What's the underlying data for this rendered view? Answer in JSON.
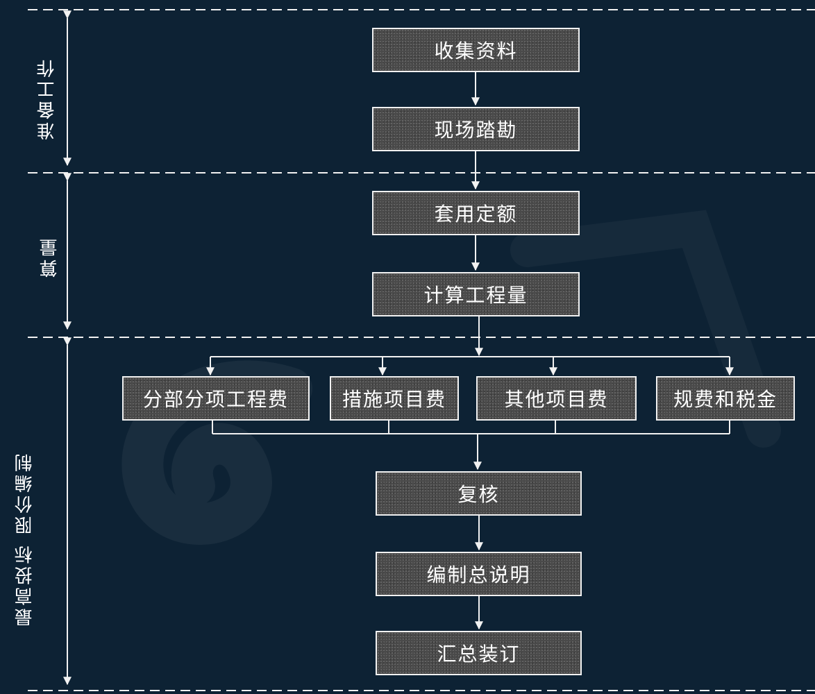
{
  "phases": {
    "prep": "准备工作",
    "calc": "算量",
    "compile_line1": "最高投标",
    "compile_line2": "限价编制"
  },
  "steps": {
    "collect": "收集资料",
    "survey": "现场踏勘",
    "quota": "套用定额",
    "quantity": "计算工程量",
    "subitem": "分部分项工程费",
    "measures": "措施项目费",
    "other": "其他项目费",
    "tax": "规费和税金",
    "review": "复核",
    "notes": "编制总说明",
    "binding": "汇总装订"
  },
  "colors": {
    "background": "#0d2234",
    "line": "#f2f2f2",
    "box": "#4a4a4a"
  }
}
